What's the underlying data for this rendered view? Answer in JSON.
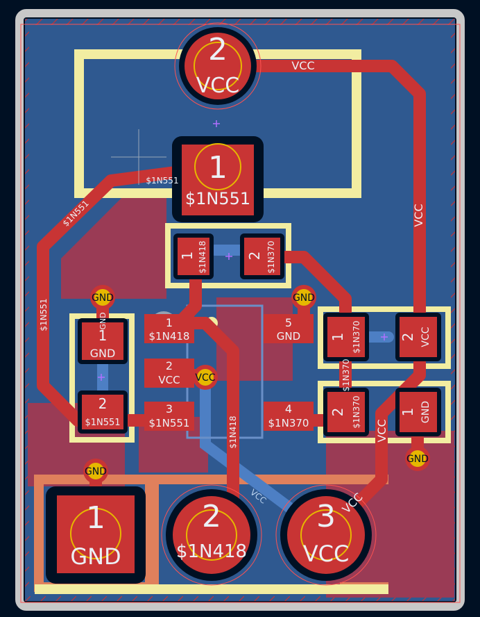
{
  "colors": {
    "background": "#001023",
    "edge_cuts": "#c8c8c8",
    "copper_fill": "#2f5990",
    "back_copper": "#9a3b55",
    "front_copper": "#c83434",
    "silkscreen": "#f2eda1",
    "back_silk": "#e0805c",
    "pad_label": "#ecf0f5",
    "via_ring": "#e6b800",
    "courtyard": "#ff5252",
    "back_trace": "#4d7fc4",
    "hatch": "#d03030"
  },
  "connectors": [
    {
      "id": "top",
      "number": "2",
      "net": "VCC"
    },
    {
      "id": "mid",
      "number": "1",
      "net": "$1N551"
    },
    {
      "id": "bl",
      "number": "1",
      "net": "GND"
    },
    {
      "id": "bm",
      "number": "2",
      "net": "$1N418"
    },
    {
      "id": "br",
      "number": "3",
      "net": "VCC"
    }
  ],
  "smd_pads": {
    "r1_p1": {
      "number": "1",
      "net": "$1N418"
    },
    "r1_p2": {
      "number": "2",
      "net": "$1N370"
    },
    "c1_p1": {
      "number": "1",
      "net": "GND"
    },
    "c1_p2": {
      "number": "2",
      "net": "$1N551"
    },
    "ic_p1": {
      "number": "1",
      "net": "$1N418"
    },
    "ic_p2": {
      "number": "2",
      "net": "VCC"
    },
    "ic_p3": {
      "number": "3",
      "net": "$1N551"
    },
    "ic_p4": {
      "number": "4",
      "net": "$1N370"
    },
    "ic_p5": {
      "number": "5",
      "net": "GND"
    },
    "r2_p1": {
      "number": "1",
      "net": "$1N370"
    },
    "r2_p2": {
      "number": "2",
      "net": "VCC"
    },
    "r3_p2": {
      "number": "2",
      "net": "$1N370"
    },
    "r3_p1": {
      "number": "1",
      "net": "GND"
    }
  },
  "vias": {
    "v1": "GND",
    "v2": "GND",
    "v3": "VCC",
    "v4": "GND",
    "v5": "GND"
  },
  "track_labels": {
    "vcc_top": "VCC",
    "vcc_right": "VCC",
    "vcc_lower": "VCC",
    "vcc_diag": "VCC",
    "vcc_back": "VCC",
    "n551_top": "$1N551",
    "n551_diag": "$1N551",
    "n551_left": "$1N551",
    "n418_vert": "$1N418",
    "n370_vert": "$1N370",
    "gnd_small": "GND"
  }
}
